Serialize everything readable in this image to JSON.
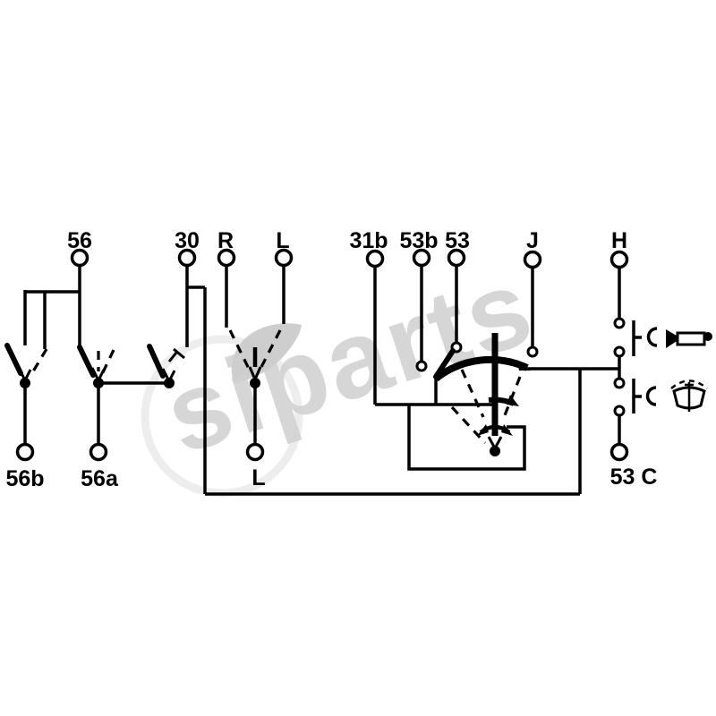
{
  "watermark": {
    "text": "siparts"
  },
  "terminals": {
    "top": [
      {
        "label": "56"
      },
      {
        "label": "30"
      },
      {
        "label": "R"
      },
      {
        "label": "L"
      },
      {
        "label": "31b"
      },
      {
        "label": "53b"
      },
      {
        "label": "53"
      },
      {
        "label": "J"
      },
      {
        "label": "H"
      }
    ],
    "bottom": [
      {
        "label": "56b"
      },
      {
        "label": "56a"
      },
      {
        "label": "L"
      },
      {
        "label": "53 C"
      }
    ]
  },
  "icons": [
    "horn-icon",
    "wiper-icon"
  ],
  "colors": {
    "line": "#000000",
    "background": "#ffffff",
    "watermark": "#d0d0d0"
  }
}
